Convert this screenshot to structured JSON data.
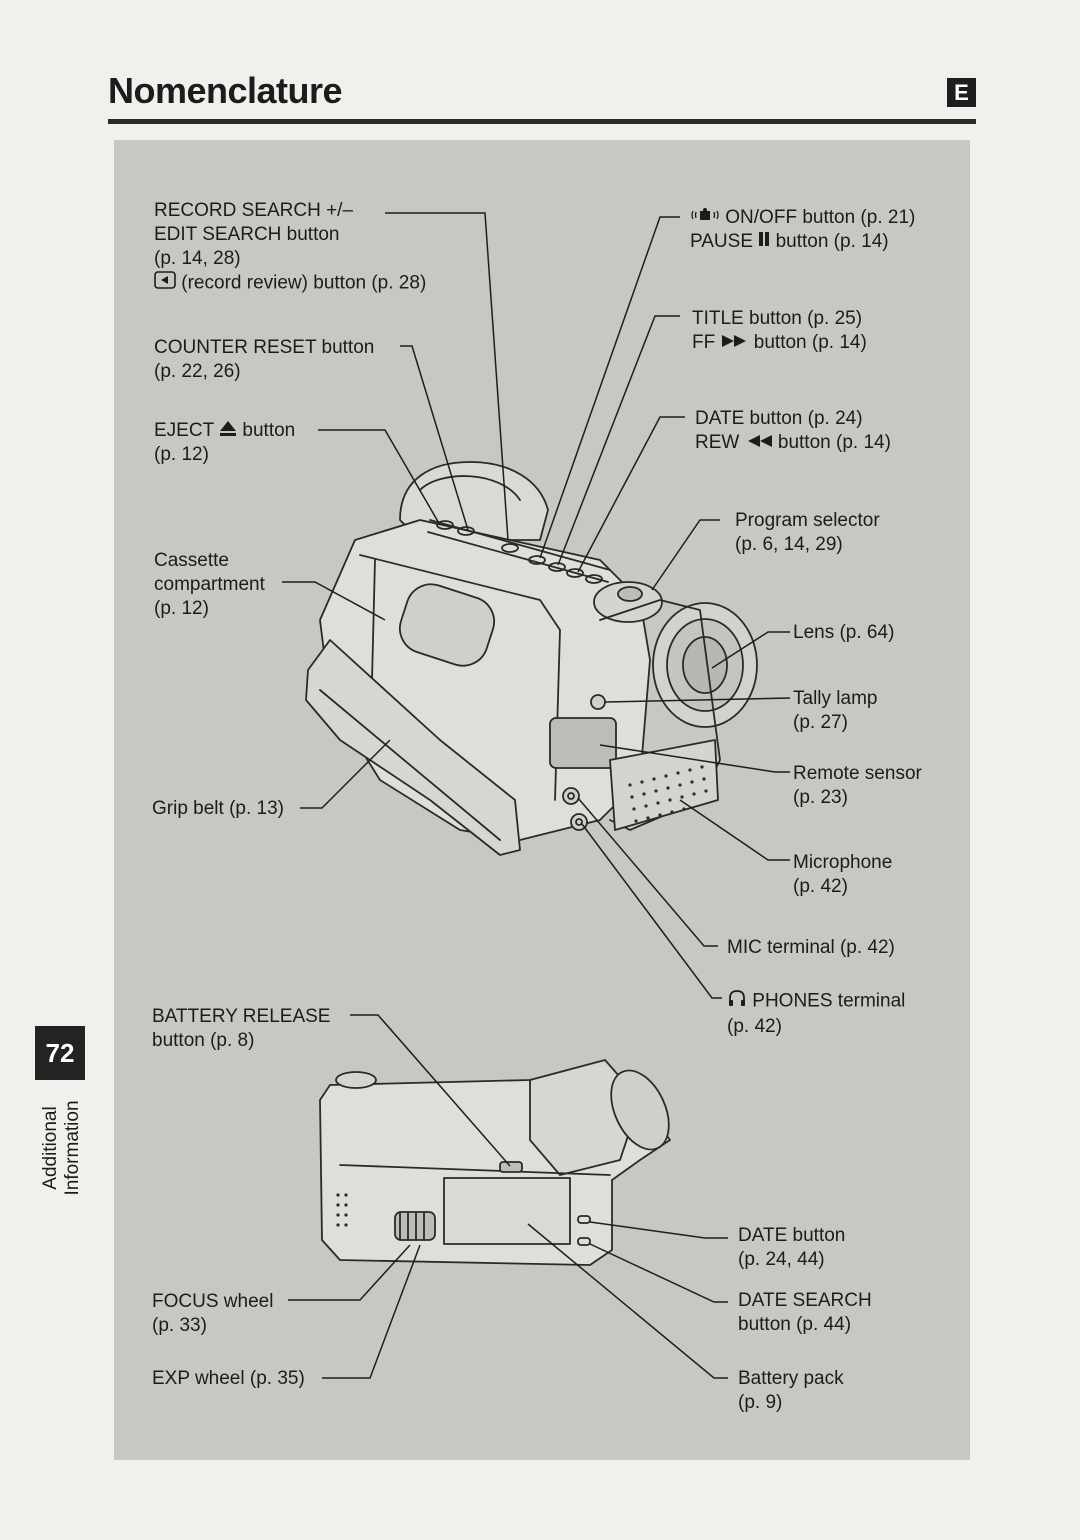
{
  "header": {
    "title": "Nomenclature",
    "lang_badge": "E"
  },
  "sidebar": {
    "page_number": "72",
    "section": [
      "Additional",
      "Information"
    ]
  },
  "top_view": {
    "record_search": [
      "RECORD SEARCH +/–",
      "EDIT SEARCH button",
      "(p. 14, 28)",
      "(record review) button (p. 28)"
    ],
    "counter_reset": [
      "COUNTER RESET button",
      "(p. 22, 26)"
    ],
    "eject": [
      "EJECT",
      "button",
      "(p. 12)"
    ],
    "cassette": [
      "Cassette",
      "compartment",
      "(p. 12)"
    ],
    "grip_belt": [
      "Grip belt (p. 13)"
    ],
    "on_off": [
      "ON/OFF button (p. 21)",
      "PAUSE",
      "button (p. 14)"
    ],
    "title_ff": [
      "TITLE button (p. 25)",
      "FF",
      "button (p. 14)"
    ],
    "date_rew": [
      "DATE button (p. 24)",
      "REW",
      "button (p. 14)"
    ],
    "program_selector": [
      "Program selector",
      "(p. 6, 14, 29)"
    ],
    "lens": [
      "Lens (p. 64)"
    ],
    "tally": [
      "Tally lamp",
      "(p. 27)"
    ],
    "remote": [
      "Remote sensor",
      "(p. 23)"
    ],
    "microphone": [
      "Microphone",
      "(p. 42)"
    ],
    "mic_terminal": [
      "MIC terminal (p. 42)"
    ],
    "phones": [
      "PHONES terminal",
      "(p. 42)"
    ]
  },
  "side_view": {
    "battery_release": [
      "BATTERY RELEASE",
      "button (p. 8)"
    ],
    "focus": [
      "FOCUS wheel",
      "(p. 33)"
    ],
    "exp": [
      "EXP wheel (p. 35)"
    ],
    "date_button": [
      "DATE button",
      "(p. 24, 44)"
    ],
    "date_search": [
      "DATE SEARCH",
      "button (p. 44)"
    ],
    "battery_pack": [
      "Battery pack",
      "(p. 9)"
    ]
  }
}
